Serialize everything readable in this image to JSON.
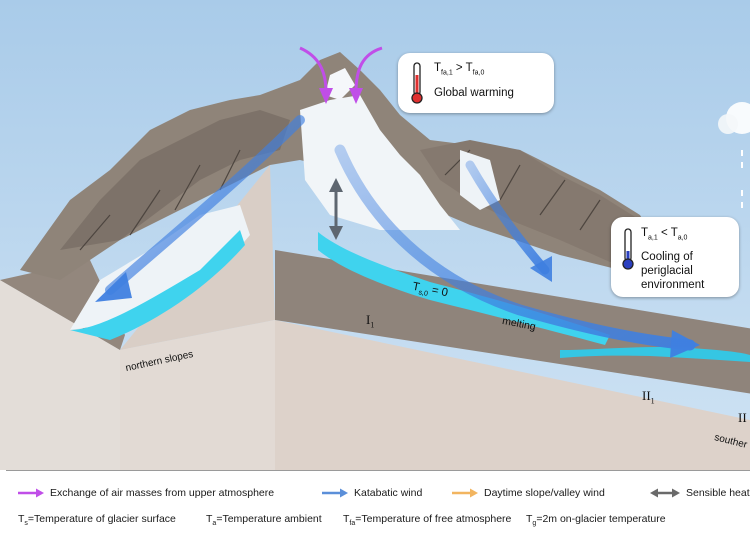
{
  "callouts": {
    "warming": {
      "relation": ">",
      "left_symbol": "T",
      "left_sub": "fa,1",
      "right_symbol": "T",
      "right_sub": "fa,0",
      "label": "Global warming"
    },
    "cooling": {
      "relation": "<",
      "left_symbol": "T",
      "left_sub": "a,1",
      "right_symbol": "T",
      "right_sub": "a,0",
      "label_lines": [
        "Cooling of",
        "periglacial",
        "environment"
      ]
    }
  },
  "scene_labels": {
    "surface_temp_symbol": "T",
    "surface_temp_sub": "s,0",
    "surface_temp_value": "= 0",
    "melting": "melting",
    "northern_slopes": "northern slopes",
    "southern_slopes": "souther",
    "zone_i1": "I",
    "zone_i1_sub": "1",
    "zone_ii1": "II",
    "zone_ii1_sub": "1",
    "zone_ii_partial": "II"
  },
  "legend": {
    "items": [
      {
        "label": "Exchange of air masses from upper atmosphere",
        "color": "#c04ee8"
      },
      {
        "label": "Katabatic wind",
        "color": "#5b8fd9"
      },
      {
        "label": "Daytime slope/valley wind",
        "color": "#f2b560"
      },
      {
        "label": "Sensible heat",
        "color": "#6a6a6a"
      }
    ],
    "definitions": [
      {
        "symbol": "T",
        "sub": "s",
        "text": "=Temperature of glacier surface"
      },
      {
        "symbol": "T",
        "sub": "a",
        "text": "=Temperature ambient"
      },
      {
        "symbol": "T",
        "sub": "fa",
        "text": "=Temperature of free atmosphere"
      },
      {
        "symbol": "T",
        "sub": "g",
        "text": "=2m on-glacier temperature"
      }
    ]
  },
  "colors": {
    "sky": "#b9d7f0",
    "rock": "#8c827a",
    "ice": "#eef3f7",
    "water": "#3fd3ee",
    "ground": "#e6e0dc",
    "katabatic": "#3f7fe0",
    "exchange": "#c04ee8",
    "sensible_heat": "#5e6670"
  }
}
